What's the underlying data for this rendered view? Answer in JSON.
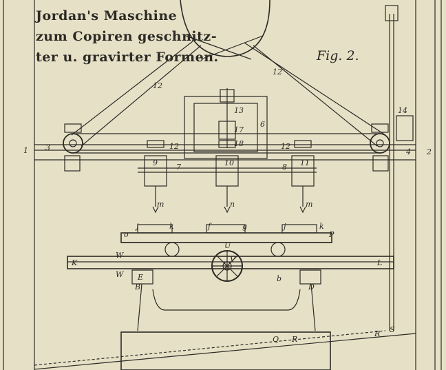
{
  "title_lines": [
    "Jordan's Maschine",
    "zum Copiren geschnitz-",
    "ter u. gravirter Formen."
  ],
  "figure_label": "Fig. 2.",
  "labels": {
    "n1": "1",
    "n2": "2",
    "n3": "3",
    "n4": "4",
    "n6": "6",
    "n7": "7",
    "n8": "8",
    "n9": "9",
    "n10": "10",
    "n11": "11",
    "n12": "12",
    "n13": "13",
    "n14": "14",
    "n17": "17",
    "n18": "18",
    "m": "m",
    "n": "n",
    "j": "j",
    "k": "k",
    "f": "f",
    "g": "g",
    "o": "o",
    "P": "P",
    "U": "U",
    "K": "K",
    "L": "L",
    "W": "W",
    "V": "V",
    "E": "E",
    "B": "B",
    "D": "D",
    "b": "b",
    "Q": "Q",
    "R": "R",
    "S": "S"
  },
  "colors": {
    "paper": "#e6e0c6",
    "ink": "#2b2a25"
  }
}
